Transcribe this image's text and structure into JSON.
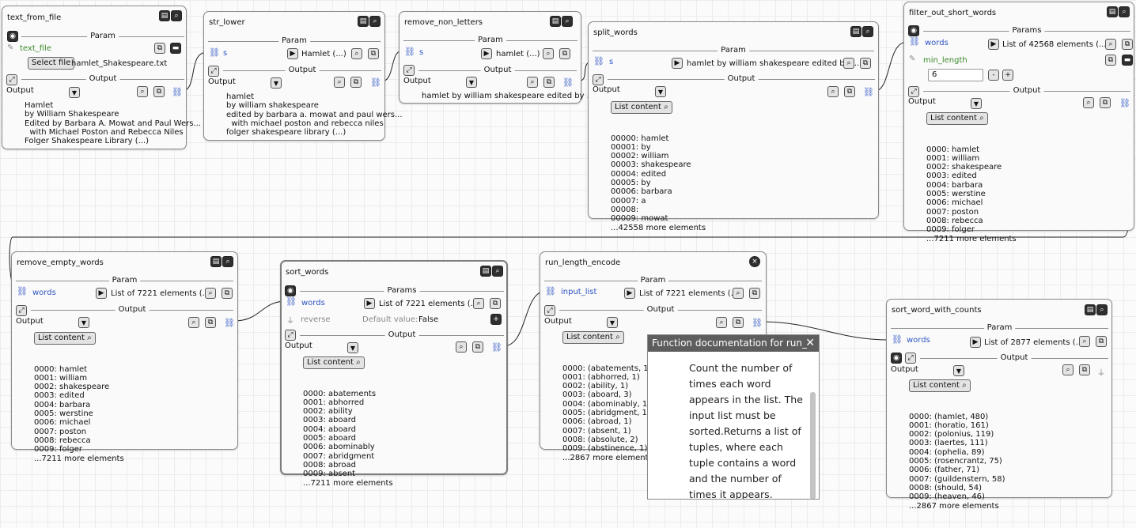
{
  "icons": {
    "doc_search": "▤🔍",
    "eye": "eye-icon",
    "pencil": "✎",
    "link": "chain-link-icon",
    "copy": "⧉",
    "minus": "▬",
    "magnifier": "🔍",
    "play": "▶",
    "expand": "expand-icon",
    "dropdown": "▼",
    "plus": "+",
    "close": "×"
  },
  "nodes": {
    "text_from_file": {
      "title": "text_from_file",
      "param_label": "Param",
      "param_name": "text_file",
      "select_file": "Select file",
      "file_name": "hamlet_Shakespeare.txt",
      "output_label": "Output",
      "output_name": "Output",
      "content": [
        "Hamlet",
        "by William Shakespeare",
        "Edited by Barbara A. Mowat and Paul Wers...",
        "  with Michael Poston and Rebecca Niles",
        "Folger Shakespeare Library (...)"
      ]
    },
    "str_lower": {
      "title": "str_lower",
      "param_label": "Param",
      "param_name": "s",
      "param_value": "Hamlet (...)",
      "output_label": "Output",
      "output_name": "Output",
      "content": [
        "hamlet",
        "by william shakespeare",
        "edited by barbara a. mowat and paul wers...",
        "  with michael poston and rebecca niles",
        "folger shakespeare library (...)"
      ]
    },
    "remove_non_letters": {
      "title": "remove_non_letters",
      "param_label": "Param",
      "param_name": "s",
      "param_value": "hamlet (...)",
      "output_label": "Output",
      "output_name": "Output",
      "content": [
        "hamlet by william shakespeare edited by ..."
      ]
    },
    "split_words": {
      "title": "split_words",
      "param_label": "Param",
      "param_name": "s",
      "param_value": "hamlet by william shakespeare edited by ...",
      "output_label": "Output",
      "output_name": "Output",
      "list_button": "List content",
      "items": [
        "00000: hamlet",
        "00001: by",
        "00002: william",
        "00003: shakespeare",
        "00004: edited",
        "00005: by",
        "00006: barbara",
        "00007: a",
        "00008:",
        "00009: mowat",
        "...42558 more elements"
      ]
    },
    "filter_out_short_words": {
      "title": "filter_out_short_words",
      "params_label": "Params",
      "param1_name": "words",
      "param1_value": "List of 42568 elements (...)",
      "param2_name": "min_length",
      "min_length_value": "6",
      "minus_label": "-",
      "plus_label": "+",
      "output_label": "Output",
      "output_name": "Output",
      "list_button": "List content",
      "items": [
        "0000: hamlet",
        "0001: william",
        "0002: shakespeare",
        "0003: edited",
        "0004: barbara",
        "0005: werstine",
        "0006: michael",
        "0007: poston",
        "0008: rebecca",
        "0009: folger",
        "...7211 more elements"
      ]
    },
    "remove_empty_words": {
      "title": "remove_empty_words",
      "param_label": "Param",
      "param_name": "words",
      "param_value": "List of 7221 elements (...)",
      "output_label": "Output",
      "output_name": "Output",
      "list_button": "List content",
      "items": [
        "0000: hamlet",
        "0001: william",
        "0002: shakespeare",
        "0003: edited",
        "0004: barbara",
        "0005: werstine",
        "0006: michael",
        "0007: poston",
        "0008: rebecca",
        "0009: folger",
        "...7211 more elements"
      ]
    },
    "sort_words": {
      "title": "sort_words",
      "params_label": "Params",
      "param1_name": "words",
      "param1_value": "List of 7221 elements (...)",
      "param2_name": "reverse",
      "default_label": "Default value:",
      "default_value": "False",
      "output_label": "Output",
      "output_name": "Output",
      "list_button": "List content",
      "items": [
        "0000: abatements",
        "0001: abhorred",
        "0002: ability",
        "0003: aboard",
        "0004: aboard",
        "0005: aboard",
        "0006: abominably",
        "0007: abridgment",
        "0008: abroad",
        "0009: absent",
        "...7211 more elements"
      ]
    },
    "run_length_encode": {
      "title": "run_length_encode",
      "param_label": "Param",
      "param_name": "input_list",
      "param_value": "List of 7221 elements (...)",
      "output_label": "Output",
      "output_name": "Output",
      "list_button": "List content",
      "items": [
        "0000: (abatements, 1)",
        "0001: (abhorred, 1)",
        "0002: (ability, 1)",
        "0003: (aboard, 3)",
        "0004: (abominably, 1)",
        "0005: (abridgment, 1)",
        "0006: (abroad, 1)",
        "0007: (absent, 1)",
        "0008: (absolute, 2)",
        "0009: (abstinence, 1)",
        "...2867 more elements"
      ]
    },
    "sort_word_with_counts": {
      "title": "sort_word_with_counts",
      "param_label": "Param",
      "param_name": "words",
      "param_value": "List of 2877 elements (...)",
      "output_label": "Output",
      "output_name": "Output",
      "list_button": "List content",
      "items": [
        "0000: (hamlet, 480)",
        "0001: (horatio, 161)",
        "0002: (polonius, 119)",
        "0003: (laertes, 111)",
        "0004: (ophelia, 89)",
        "0005: (rosencrantz, 75)",
        "0006: (father, 71)",
        "0007: (guildenstern, 58)",
        "0008: (should, 54)",
        "0009: (heaven, 46)",
        "...2867 more elements"
      ]
    }
  },
  "tooltip": {
    "title": "Function documentation for run_",
    "text": "Count the number of times each word appears in the list. The input list must be sorted.Returns a list of tuples, where each tuple contains a word and the number of times it appears."
  }
}
